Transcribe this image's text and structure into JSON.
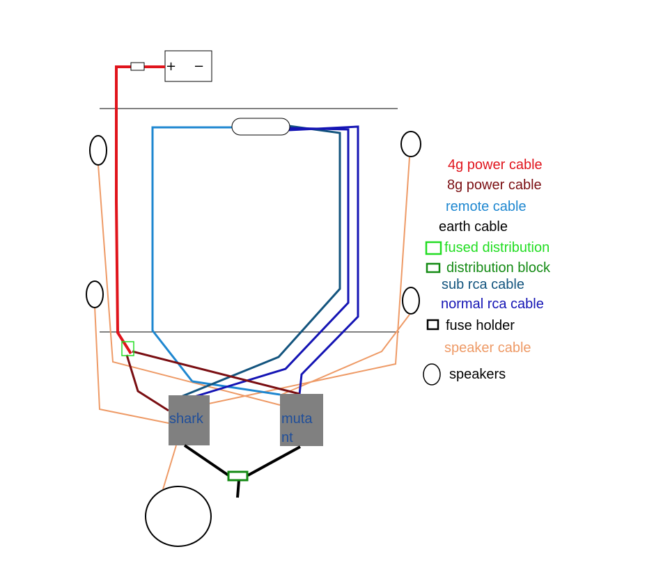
{
  "battery": {
    "plus": "+",
    "minus": "−"
  },
  "amps": {
    "shark": "shark",
    "mutant_line1": "muta",
    "mutant_line2": "nt"
  },
  "legend": {
    "power_4g": "4g power cable",
    "power_8g": "8g power cable",
    "remote": "remote cable",
    "earth": "earth cable",
    "fused_distribution": "fused distribution",
    "distribution_block": "distribution block",
    "sub_rca": "sub rca cable",
    "normal_rca": "normal rca cable",
    "fuse_holder": "fuse holder",
    "speaker": "speaker cable",
    "speakers": "speakers"
  },
  "colors": {
    "power_4g": "#e0141c",
    "power_8g": "#7a0e12",
    "remote": "#1e87d0",
    "earth": "#000000",
    "fused_distribution": "#22dd22",
    "distribution_block": "#138a13",
    "sub_rca": "#13547e",
    "normal_rca": "#1414b4",
    "fuse_holder": "#000000",
    "speaker": "#ee9a66",
    "amp_box": "#808080",
    "amp_label": "#1f4e9a"
  }
}
